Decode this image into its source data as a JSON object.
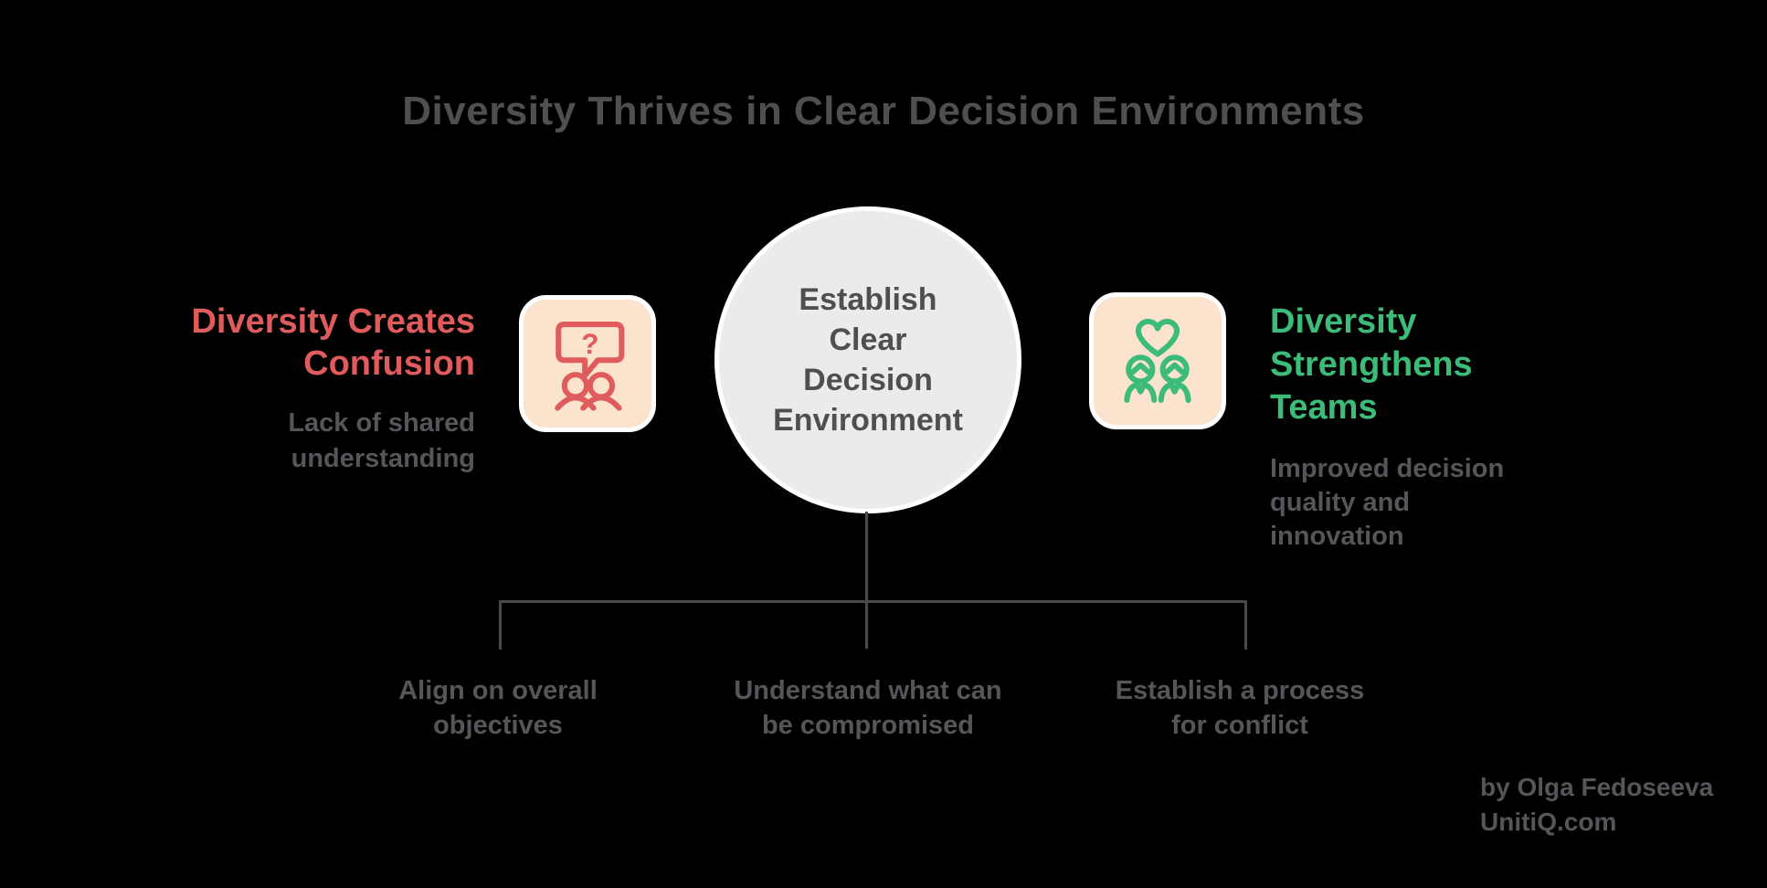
{
  "title": "Diversity Thrives in Clear Decision Environments",
  "center": {
    "label": "Establish\nClear\nDecision\nEnvironment"
  },
  "left": {
    "heading": "Diversity Creates\nConfusion",
    "subtext": "Lack of shared\nunderstanding",
    "icon": "people-question-icon",
    "question_mark": "?"
  },
  "right": {
    "heading": "Diversity\nStrengthens\nTeams",
    "subtext": "Improved decision\nquality and\ninnovation",
    "icon": "people-heart-icon"
  },
  "branches": [
    {
      "label": "Align on overall\nobjectives"
    },
    {
      "label": "Understand what can\nbe compromised"
    },
    {
      "label": "Establish a process\nfor conflict"
    }
  ],
  "attribution": {
    "line1": "by Olga Fedoseeva",
    "line2": "UnitiQ.com"
  },
  "colors": {
    "background": "#000000",
    "title": "#4f4f4f",
    "muted_text": "#55565a",
    "red": "#e05c5c",
    "green": "#3cbb79",
    "circle_fill": "#ebebeb",
    "tile_fill": "#fbe3cd",
    "line": "#4a4a4a"
  }
}
